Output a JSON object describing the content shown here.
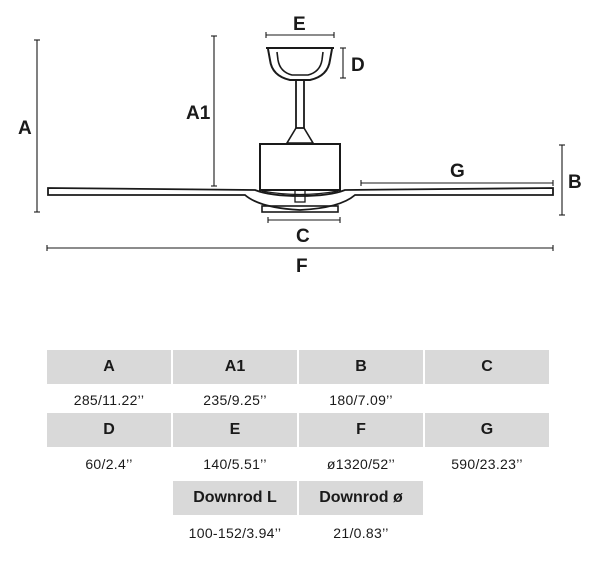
{
  "diagram": {
    "labels": {
      "A": "A",
      "A1": "A1",
      "B": "B",
      "C": "C",
      "D": "D",
      "E": "E",
      "F": "F",
      "G": "G"
    }
  },
  "table": {
    "row1": {
      "headers": [
        "A",
        "A1",
        "B",
        "C"
      ],
      "values": [
        "285/11.22’’",
        "235/9.25’’",
        "180/7.09’’",
        ""
      ]
    },
    "row2": {
      "headers": [
        "D",
        "E",
        "F",
        "G"
      ],
      "values": [
        "60/2.4’’",
        "140/5.51’’",
        "ø1320/52’’",
        "590/23.23’’"
      ]
    },
    "row3": {
      "headers": [
        "Downrod L",
        "Downrod ø"
      ],
      "values": [
        "100-152/3.94’’",
        "21/0.83’’"
      ]
    }
  }
}
